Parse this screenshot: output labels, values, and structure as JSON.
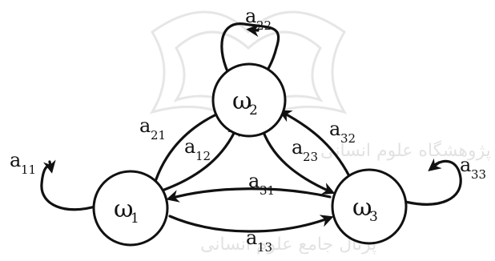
{
  "diagram": {
    "colors": {
      "ink": "#111111",
      "watermark": "#e4e4e4",
      "background": "#ffffff"
    },
    "states": [
      {
        "id": "w1",
        "symbol": "ω",
        "sub": "1"
      },
      {
        "id": "w2",
        "symbol": "ω",
        "sub": "2"
      },
      {
        "id": "w3",
        "symbol": "ω",
        "sub": "3"
      }
    ],
    "transitions": [
      {
        "id": "a11",
        "base": "a",
        "sub": "11"
      },
      {
        "id": "a22",
        "base": "a",
        "sub": "22"
      },
      {
        "id": "a33",
        "base": "a",
        "sub": "33"
      },
      {
        "id": "a12",
        "base": "a",
        "sub": "12"
      },
      {
        "id": "a21",
        "base": "a",
        "sub": "21"
      },
      {
        "id": "a23",
        "base": "a",
        "sub": "23"
      },
      {
        "id": "a32",
        "base": "a",
        "sub": "32"
      },
      {
        "id": "a13",
        "base": "a",
        "sub": "13"
      },
      {
        "id": "a31",
        "base": "a",
        "sub": "31"
      }
    ]
  }
}
